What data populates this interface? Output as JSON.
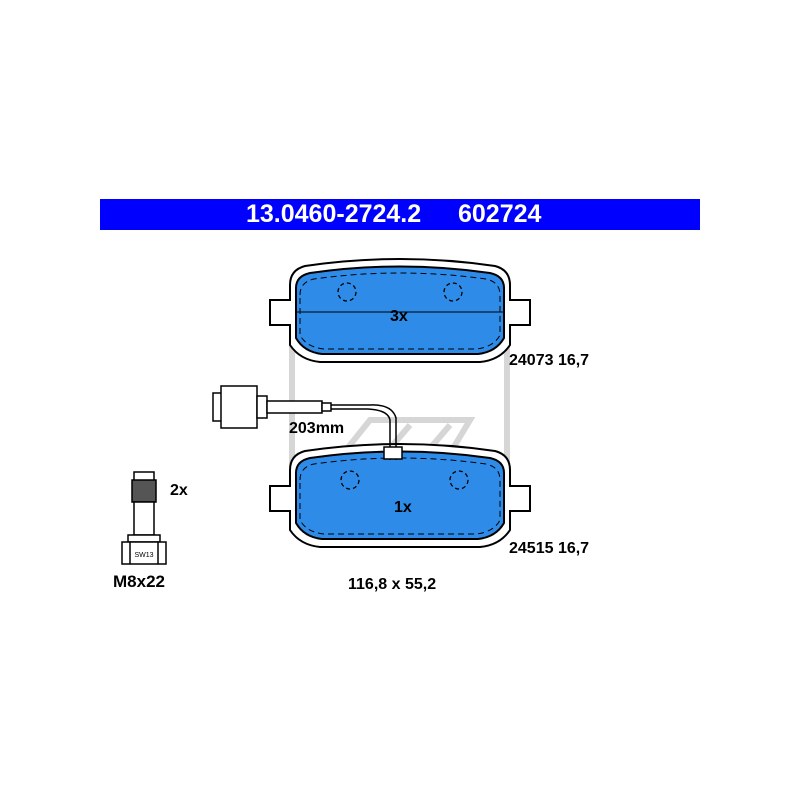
{
  "header": {
    "part_number": "13.0460-2724.2",
    "article_number": "602724"
  },
  "pads": {
    "top": {
      "quantity": "3x",
      "spec": "24073 16,7"
    },
    "bottom": {
      "quantity": "1x",
      "spec": "24515 16,7"
    }
  },
  "sensor": {
    "cable_length": "203mm"
  },
  "bolt": {
    "quantity": "2x",
    "size": "M8x22",
    "wrench_size": "SW13"
  },
  "dimensions": "116,8 x 55,2",
  "colors": {
    "banner": "#0000ff",
    "pad_fill": "#2e8be8",
    "outline": "#000000",
    "watermark": "#d8d8d8"
  }
}
